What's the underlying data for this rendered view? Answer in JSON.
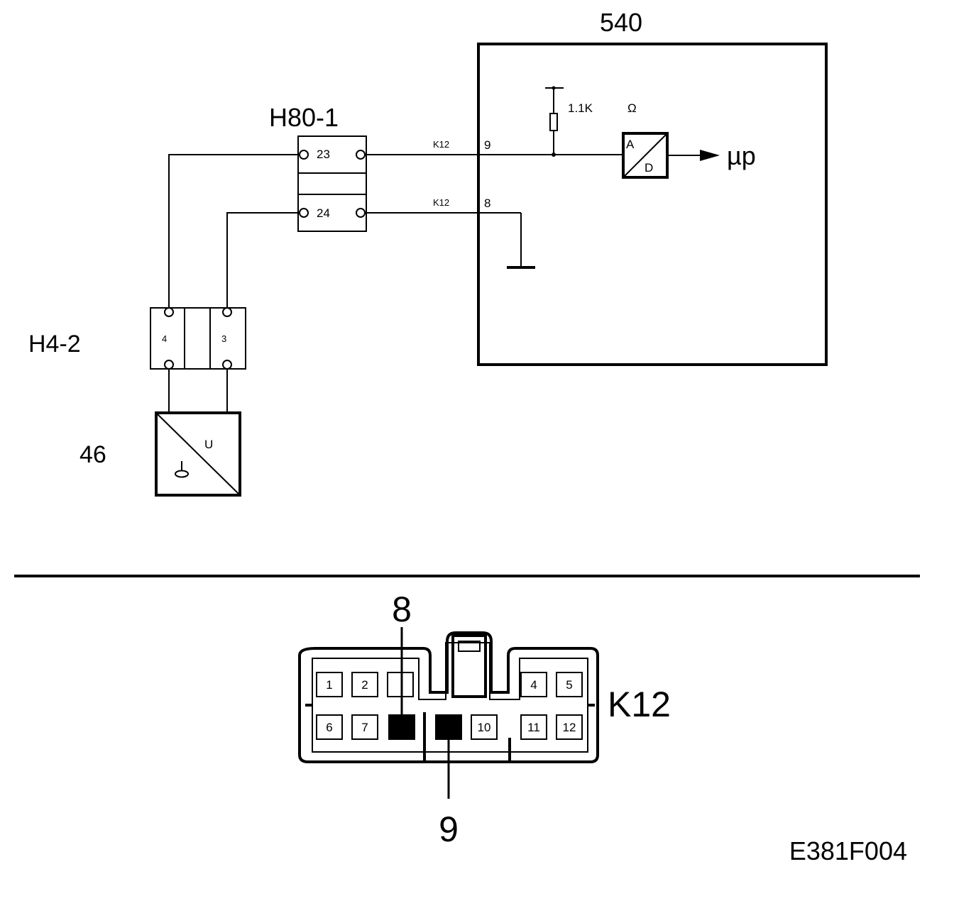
{
  "labels": {
    "ecu": "540",
    "connector_h80": "H80-1",
    "connector_h4": "H4-2",
    "sensor": "46",
    "connector_k12": "K12",
    "figure_code": "E381F004"
  },
  "h80_pins": [
    "23",
    "24"
  ],
  "h4_pins": [
    "4",
    "3"
  ],
  "wire_labels": [
    "K12",
    "K12"
  ],
  "ecu_pins": [
    "9",
    "8"
  ],
  "resistor": {
    "value": "1.1K",
    "unit": "Ω"
  },
  "adc": {
    "a": "A",
    "d": "D",
    "output": "µp"
  },
  "sensor_symbol": "U",
  "k12_pins_top": [
    "1",
    "2",
    "",
    "4",
    "5"
  ],
  "k12_pins_bottom": [
    "6",
    "7",
    "",
    "",
    "10",
    "11",
    "12"
  ],
  "callouts": {
    "pin_a": "8",
    "pin_b": "9"
  }
}
